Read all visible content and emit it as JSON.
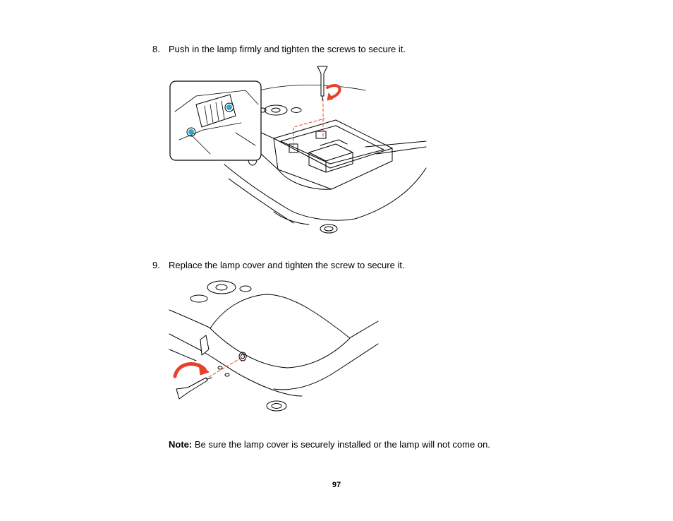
{
  "steps": [
    {
      "number": "8.",
      "text": "Push in the lamp firmly and tighten the screws to secure it."
    },
    {
      "number": "9.",
      "text": "Replace the lamp cover and tighten the screw to secure it."
    }
  ],
  "note": {
    "label": "Note:",
    "text": " Be sure the lamp cover is securely installed or the lamp will not come on."
  },
  "page_number": "97",
  "colors": {
    "line": "#000000",
    "arrow": "#e8402c",
    "guide": "#e8402c",
    "screw_highlight": "#2aa8d8"
  }
}
